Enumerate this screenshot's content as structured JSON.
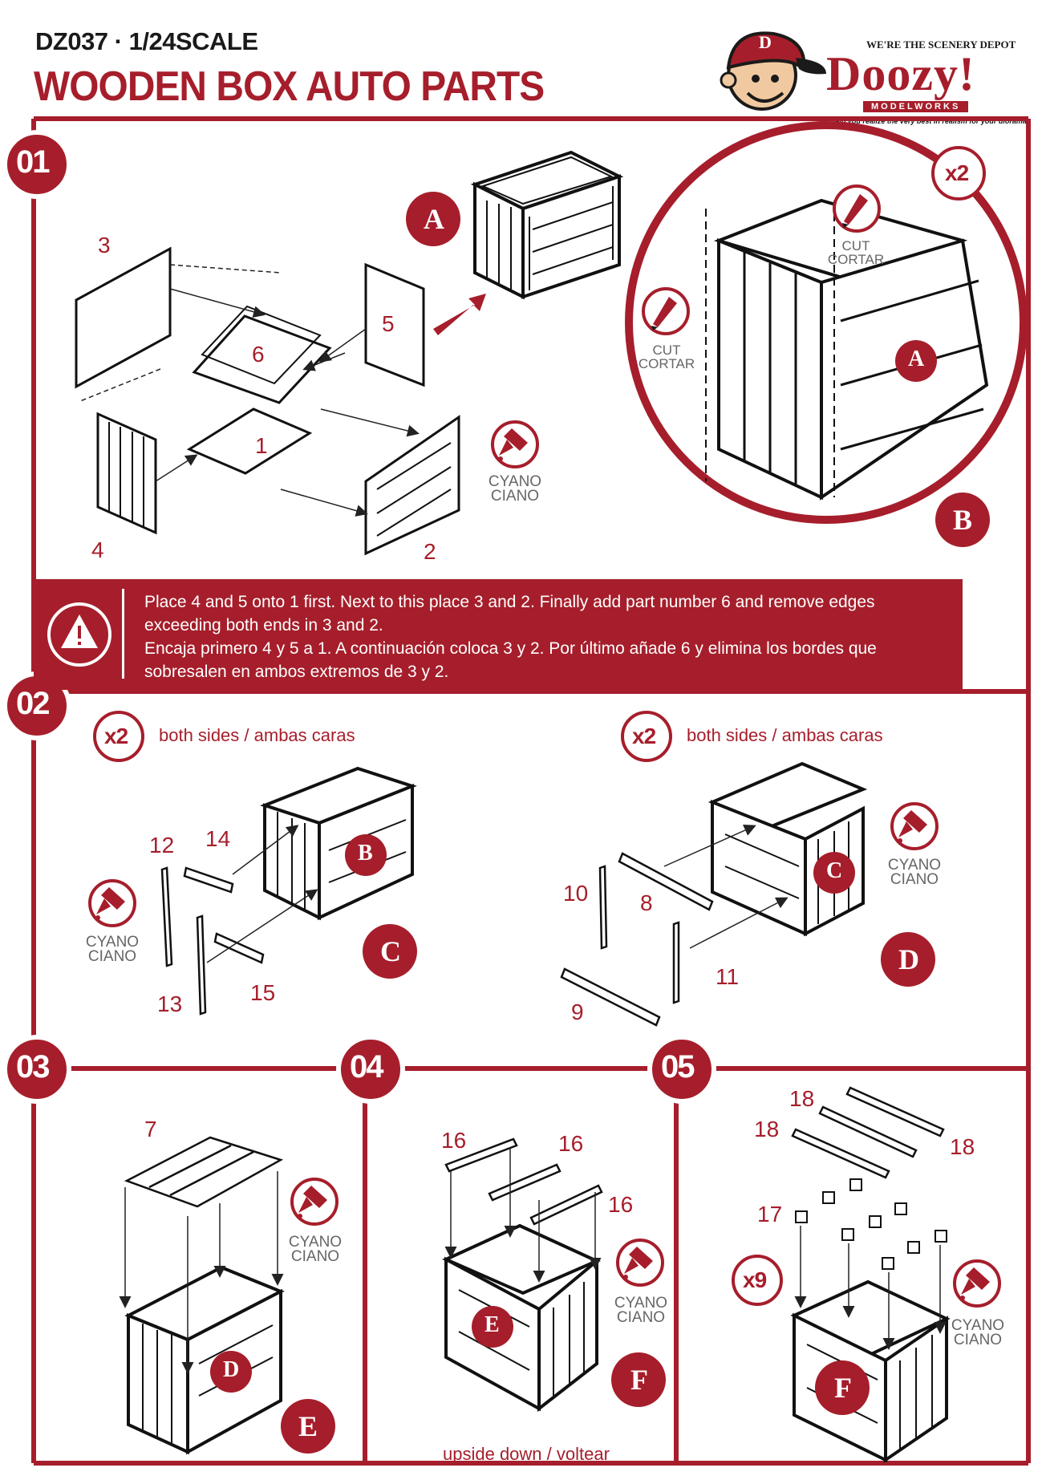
{
  "header": {
    "product_code": "DZ037 · 1/24SCALE",
    "title": "WOODEN BOX AUTO PARTS"
  },
  "brand": {
    "mascot_letter": "D",
    "tagline_top": "WE'RE THE SCENERY DEPOT",
    "name": "Doozy!",
    "sub": "MODELWORKS",
    "tagline_bottom": "We help you realize the very best in realism for your diorama.",
    "color": "#a61e2b"
  },
  "steps": {
    "s01": "01",
    "s02": "02",
    "s03": "03",
    "s04": "04",
    "s05": "05"
  },
  "labels": {
    "a": "A",
    "b": "B",
    "c": "C",
    "d": "D",
    "e": "E",
    "f": "F"
  },
  "parts": {
    "p1": "1",
    "p2": "2",
    "p3": "3",
    "p4": "4",
    "p5": "5",
    "p6": "6",
    "p7": "7",
    "p8": "8",
    "p9": "9",
    "p10": "10",
    "p11": "11",
    "p12": "12",
    "p13": "13",
    "p14": "14",
    "p15": "15",
    "p16": "16",
    "p17": "17",
    "p18": "18"
  },
  "multipliers": {
    "x2": "x2",
    "x9": "x9"
  },
  "glue": {
    "line1": "CYANO",
    "line2": "CIANO"
  },
  "cut": {
    "line1": "CUT",
    "line2": "CORTAR"
  },
  "notes": {
    "both_sides": "both sides / ambas caras",
    "upside_down": "upside down / voltear"
  },
  "warning": {
    "icon": "warning-triangle-icon",
    "line1": "Place 4 and 5 onto 1 first. Next to this place 3 and 2. Finally add part number 6 and remove edges",
    "line2": "exceeding both ends in 3 and 2.",
    "line3": "Encaja primero 4 y 5 a 1. A continuación coloca 3 y 2. Por último añade 6 y elimina los bordes que",
    "line4": "sobresalen en ambos extremos de 3 y 2."
  }
}
